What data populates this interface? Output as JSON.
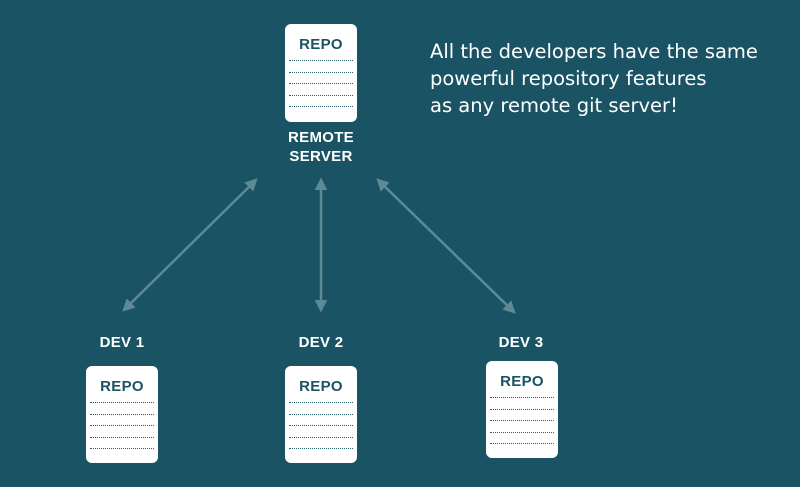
{
  "diagram": {
    "remote": {
      "repo_label": "REPO",
      "label_line1": "REMOTE",
      "label_line2": "SERVER"
    },
    "devs": [
      {
        "label": "DEV 1",
        "repo_label": "REPO"
      },
      {
        "label": "DEV 2",
        "repo_label": "REPO"
      },
      {
        "label": "DEV 3",
        "repo_label": "REPO"
      }
    ],
    "note": {
      "line1": "All the developers have the same",
      "line2": "powerful repository features",
      "line3": "as any remote git server!"
    },
    "colors": {
      "background": "#1a5464",
      "box": "#ffffff",
      "box_text": "#1a5464",
      "arrow": "#5e8a96"
    }
  }
}
